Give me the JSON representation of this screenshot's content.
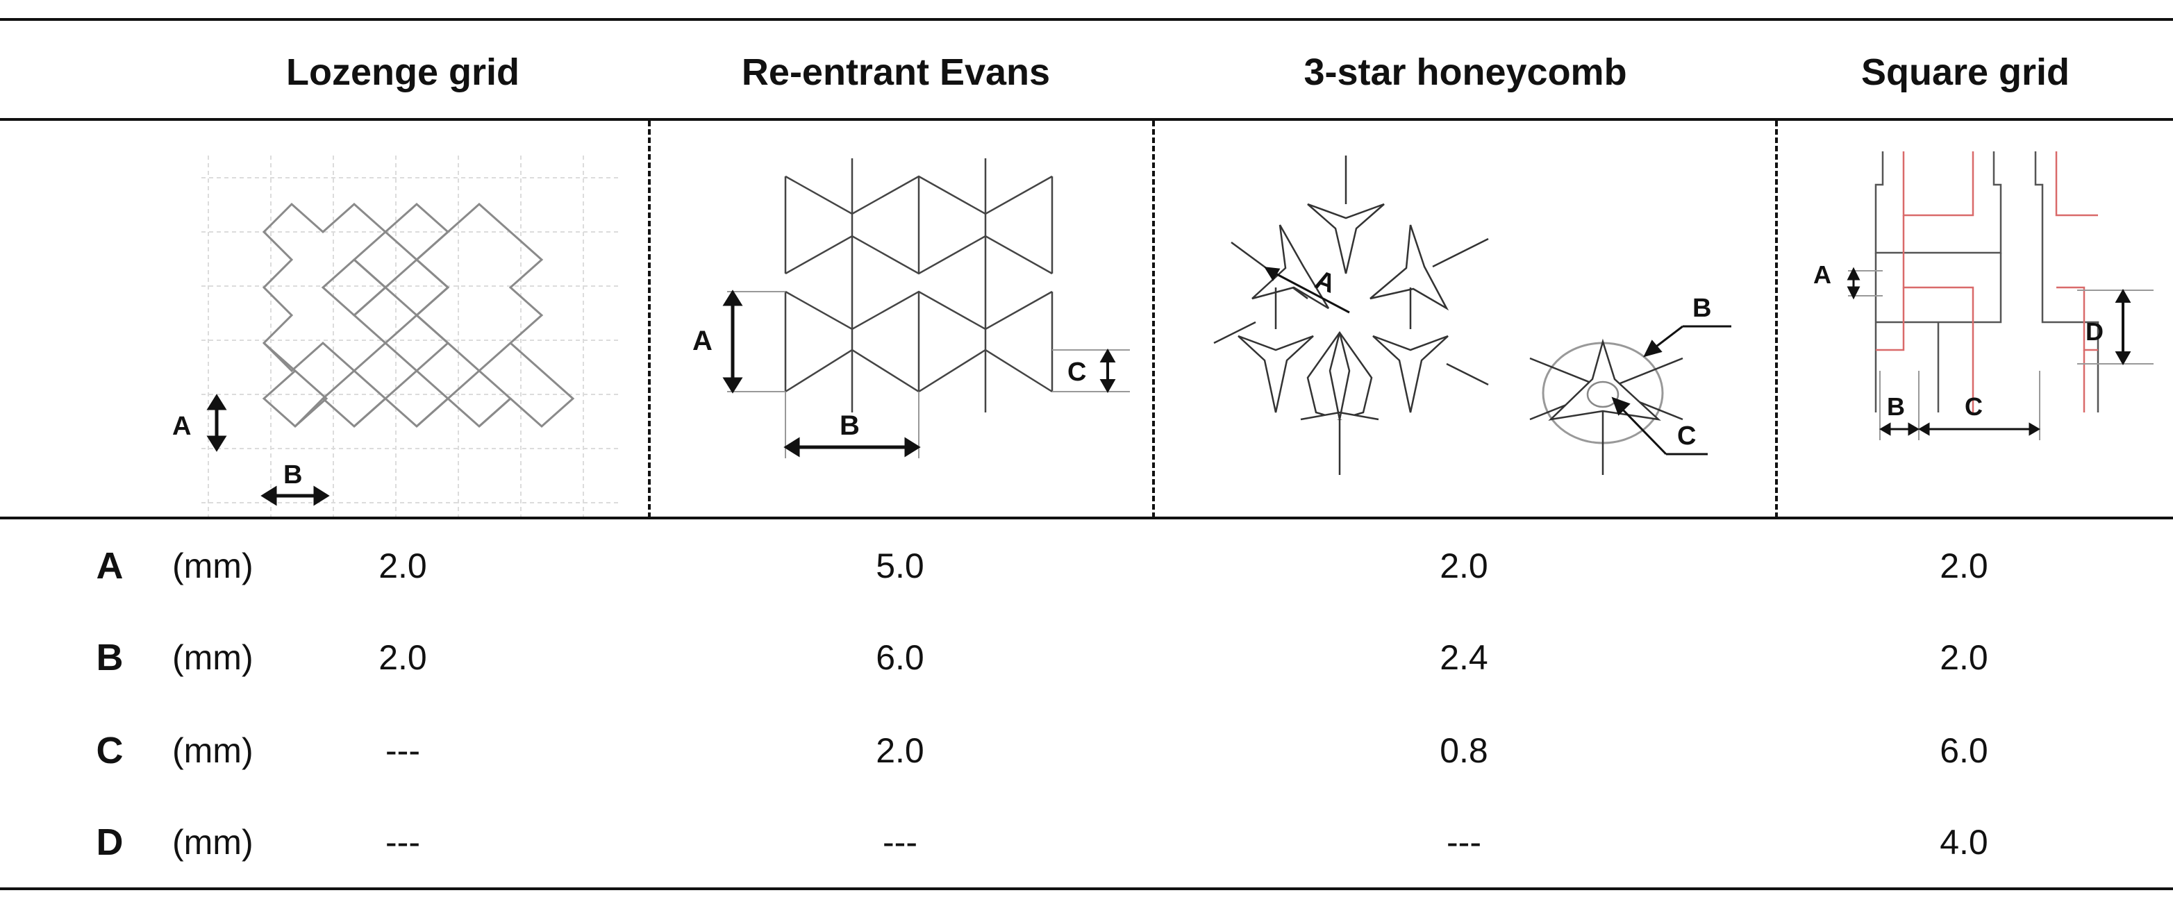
{
  "table": {
    "columns": [
      "Lozenge grid",
      "Re-entrant Evans",
      "3-star honeycomb",
      "Square grid"
    ],
    "diagram_labels": {
      "lozenge": [
        "A",
        "B"
      ],
      "evans": [
        "A",
        "B",
        "C"
      ],
      "star": [
        "A",
        "B",
        "C"
      ],
      "square": [
        "A",
        "B",
        "C",
        "D"
      ]
    },
    "rows": [
      {
        "param": "A",
        "unit": "(mm)",
        "values": [
          "2.0",
          "5.0",
          "2.0",
          "2.0"
        ]
      },
      {
        "param": "B",
        "unit": "(mm)",
        "values": [
          "2.0",
          "6.0",
          "2.4",
          "2.0"
        ]
      },
      {
        "param": "C",
        "unit": "(mm)",
        "values": [
          "---",
          "2.0",
          "0.8",
          "6.0"
        ]
      },
      {
        "param": "D",
        "unit": "(mm)",
        "values": [
          "---",
          "---",
          "---",
          "4.0"
        ]
      }
    ]
  },
  "colors": {
    "rule": "#111111",
    "grid": "#d6d6d6",
    "cell_line": "#8a8a8a",
    "red_path": "#d96a6a"
  }
}
